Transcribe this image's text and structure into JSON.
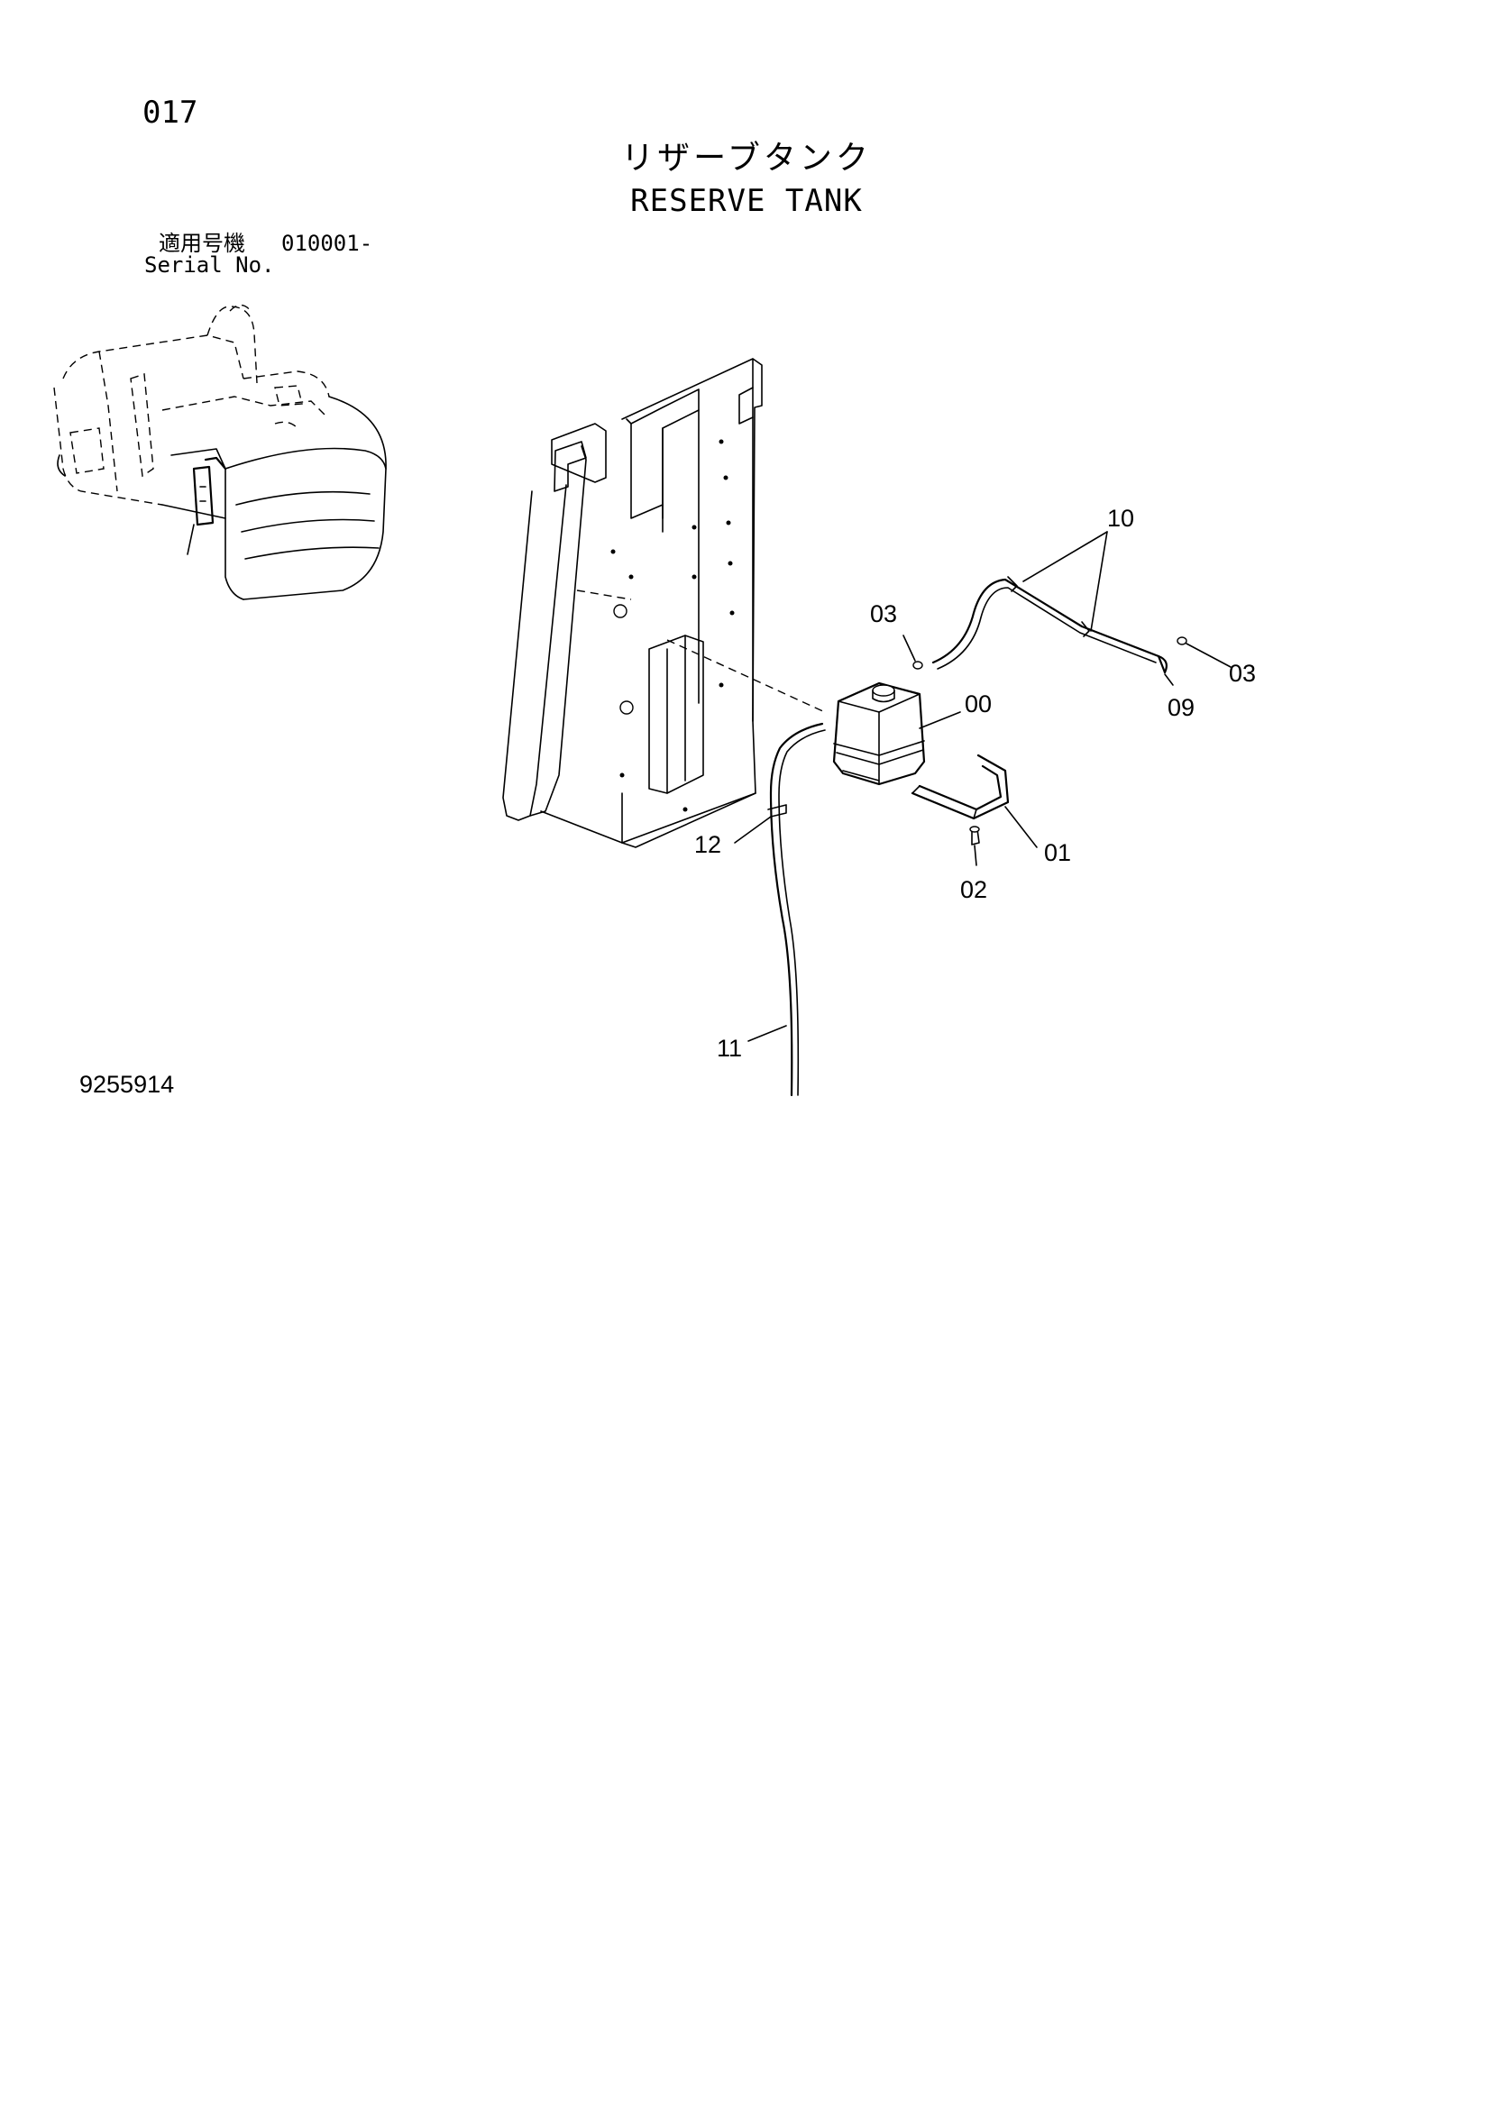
{
  "page": {
    "number": "017",
    "title_jp": "リザーブタンク",
    "title_en": "RESERVE TANK",
    "drawing_number": "9255914"
  },
  "serial": {
    "label_jp": "適用号機",
    "range": "010001-",
    "label_en": "Serial No."
  },
  "callouts": [
    {
      "id": "00",
      "label": "00"
    },
    {
      "id": "01",
      "label": "01"
    },
    {
      "id": "02",
      "label": "02"
    },
    {
      "id": "03a",
      "label": "03"
    },
    {
      "id": "03b",
      "label": "03"
    },
    {
      "id": "09",
      "label": "09"
    },
    {
      "id": "10",
      "label": "10"
    },
    {
      "id": "11",
      "label": "11"
    },
    {
      "id": "12",
      "label": "12"
    }
  ]
}
